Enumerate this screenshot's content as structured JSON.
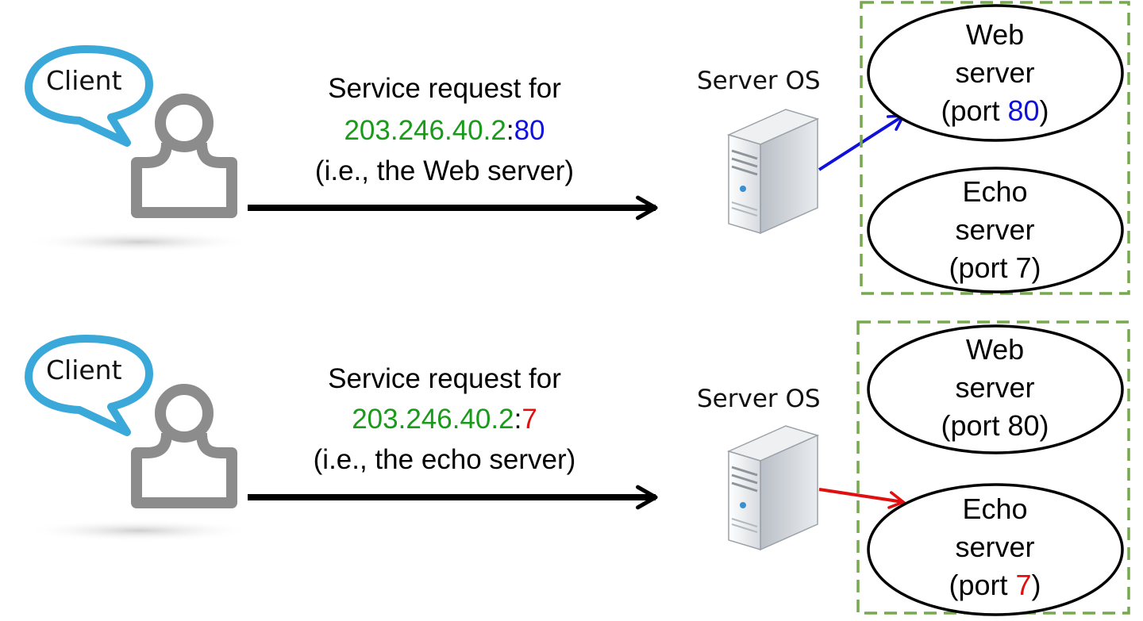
{
  "colors": {
    "ip_green": "#1a9a1a",
    "port_blue": "#1010dd",
    "port_red": "#e01010",
    "dashed_box": "#76a84e",
    "bubble_blue": "#3aa8d8",
    "person_grey": "#8c8c8c"
  },
  "icons": [
    "speech-bubble-icon",
    "person-icon",
    "server-tower-icon"
  ],
  "panels": [
    {
      "client_label": "Client",
      "request": {
        "line1": "Service request for",
        "ip": "203.246.40.2",
        "separator": ":",
        "port": "80",
        "line3": "(i.e., the Web server)"
      },
      "server_os_label": "Server OS",
      "web": {
        "line1": "Web",
        "line2": "server",
        "port_prefix": "(port ",
        "port": "80",
        "port_suffix": ")"
      },
      "echo": {
        "line1": "Echo",
        "line2": "server",
        "port_prefix": "(port ",
        "port": "7",
        "port_suffix": ")"
      },
      "routed_to": "web"
    },
    {
      "client_label": "Client",
      "request": {
        "line1": "Service request for",
        "ip": "203.246.40.2",
        "separator": ":",
        "port": "7",
        "line3": "(i.e., the echo server)"
      },
      "server_os_label": "Server OS",
      "web": {
        "line1": "Web",
        "line2": "server",
        "port_prefix": "(port ",
        "port": "80",
        "port_suffix": ")"
      },
      "echo": {
        "line1": "Echo",
        "line2": "server",
        "port_prefix": "(port ",
        "port": "7",
        "port_suffix": ")"
      },
      "routed_to": "echo"
    }
  ]
}
